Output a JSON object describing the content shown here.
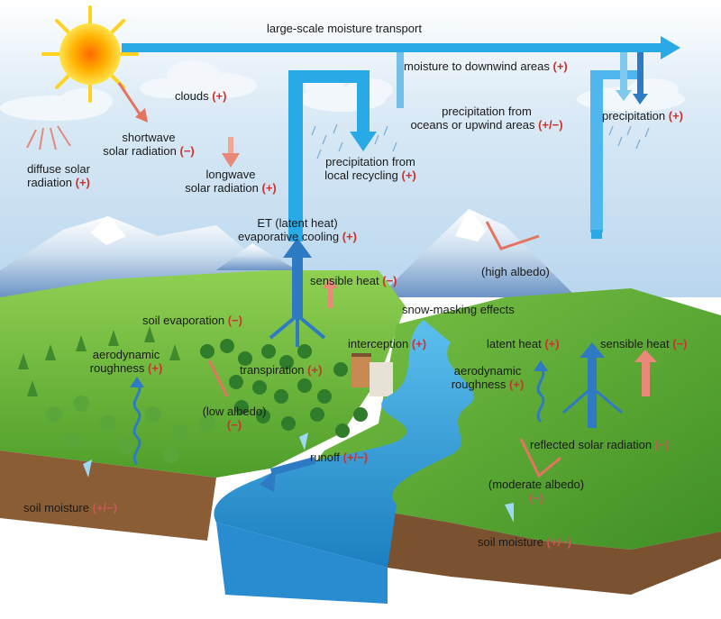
{
  "labels": {
    "large_scale": "large-scale moisture transport",
    "moisture_downwind": "moisture to downwind areas",
    "moisture_downwind_sign": "(+)",
    "clouds": "clouds",
    "clouds_sign": "(+)",
    "precip_oceans_1": "precipitation from",
    "precip_oceans_2": "oceans or upwind areas",
    "precip_oceans_sign": "(+/−)",
    "precipitation": "precipitation",
    "precipitation_sign": "(+)",
    "shortwave_1": "shortwave",
    "shortwave_2": "solar radiation",
    "shortwave_sign": "(−)",
    "diffuse_1": "diffuse solar",
    "diffuse_2": "radiation",
    "diffuse_sign": "(+)",
    "longwave_1": "longwave",
    "longwave_2": "solar radiation",
    "longwave_sign": "(+)",
    "precip_local_1": "precipitation from",
    "precip_local_2": "local recycling",
    "precip_local_sign": "(+)",
    "et_1": "ET (latent heat)",
    "et_2": "evaporative cooling",
    "et_sign": "(+)",
    "sensible_left": "sensible heat",
    "sensible_left_sign": "(−)",
    "high_albedo": "(high albedo)",
    "snow_masking": "snow-masking effects",
    "soil_evap": "soil evaporation",
    "soil_evap_sign": "(−)",
    "interception": "interception",
    "interception_sign": "(+)",
    "latent_heat": "latent heat",
    "latent_heat_sign": "(+)",
    "sensible_right": "sensible heat",
    "sensible_right_sign": "(−)",
    "aero_left_1": "aerodynamic",
    "aero_left_2": "roughness",
    "aero_left_sign": "(+)",
    "transpiration": "transpiration",
    "transpiration_sign": "(+)",
    "aero_right_1": "aerodynamic",
    "aero_right_2": "roughness",
    "aero_right_sign": "(+)",
    "low_albedo": "(low albedo)",
    "low_albedo_sign": "(−)",
    "runoff": "runoff",
    "runoff_sign": "(+/−)",
    "reflected": "reflected solar radiation",
    "reflected_sign": "(−)",
    "moderate_albedo": "(moderate albedo)",
    "moderate_albedo_sign": "(−)",
    "soil_left": "soil moisture",
    "soil_left_sign": "(+/−)",
    "soil_right": "soil moisture",
    "soil_right_sign": "(+/−)"
  },
  "colors": {
    "moisture_arrow": "#29a9e6",
    "heat_arrow": "#2e7bc4",
    "radiation_arrow": "#e4745f",
    "sign_red": "#d0312d",
    "river": "#2f9fd8",
    "grass": "#69b83b",
    "soil": "#7a5230"
  }
}
